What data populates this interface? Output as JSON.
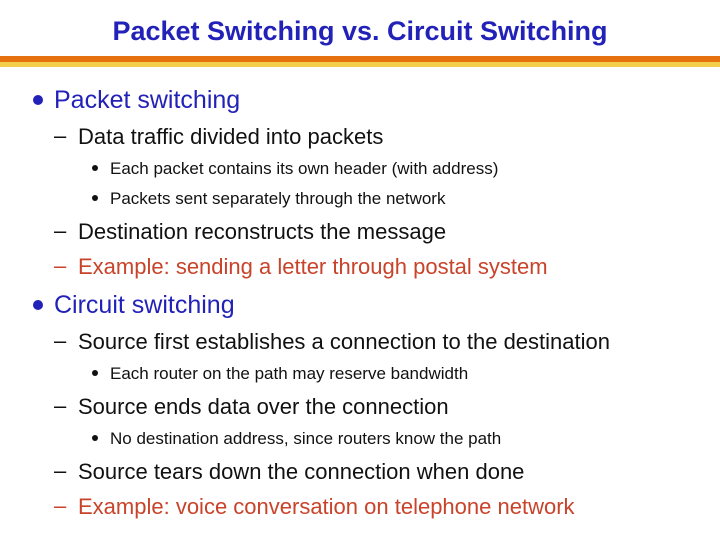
{
  "slide": {
    "title": "Packet Switching vs. Circuit Switching",
    "markers": {
      "level1": "•",
      "level2": "–",
      "level3": "•"
    },
    "colors": {
      "title_blue": "#2222B8",
      "heading_blue": "#2222B8",
      "body_black": "#111111",
      "example_red": "#C8432A",
      "rule_orange": "#E5720E",
      "rule_yellow": "#F3CE4D"
    },
    "bullets": [
      {
        "level": 1,
        "style": "heading",
        "text": "Packet switching"
      },
      {
        "level": 2,
        "style": "normal",
        "text": "Data traffic divided into packets"
      },
      {
        "level": 3,
        "style": "normal",
        "text": "Each packet contains its own header (with address)"
      },
      {
        "level": 3,
        "style": "normal",
        "text": "Packets sent separately through the network"
      },
      {
        "level": 2,
        "style": "normal",
        "text": "Destination reconstructs the message"
      },
      {
        "level": 2,
        "style": "example",
        "text": "Example: sending a letter through postal system"
      },
      {
        "level": 1,
        "style": "heading",
        "text": "Circuit switching"
      },
      {
        "level": 2,
        "style": "normal",
        "text": "Source first establishes a connection to the destination"
      },
      {
        "level": 3,
        "style": "normal",
        "text": "Each router on the path may reserve bandwidth"
      },
      {
        "level": 2,
        "style": "normal",
        "text": "Source ends data over the connection"
      },
      {
        "level": 3,
        "style": "normal",
        "text": "No destination address, since routers know the path"
      },
      {
        "level": 2,
        "style": "normal",
        "text": "Source tears down the connection when done"
      },
      {
        "level": 2,
        "style": "example",
        "text": "Example: voice conversation on telephone network"
      }
    ]
  }
}
